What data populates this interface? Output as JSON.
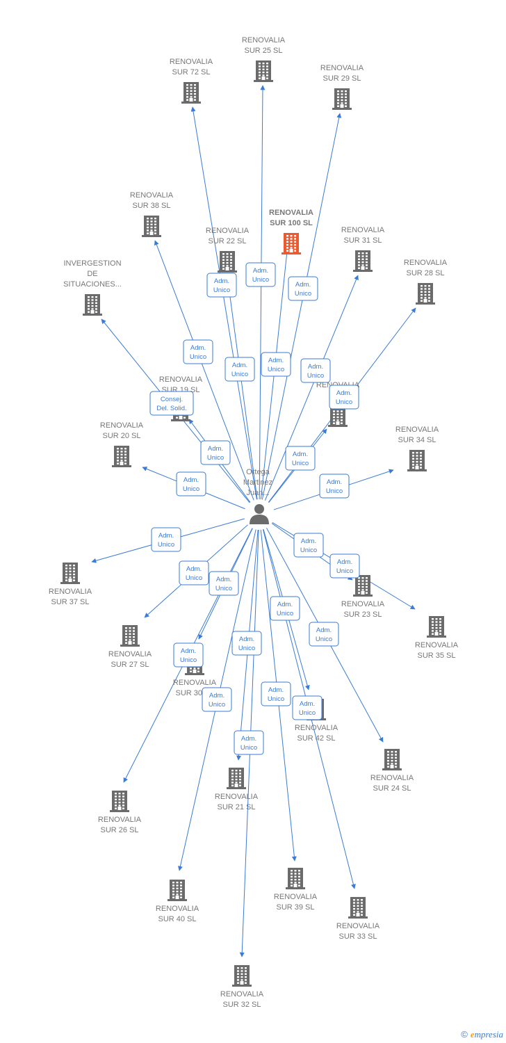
{
  "colors": {
    "edge": "#3a7bd5",
    "building": "#6b6b6b",
    "highlight": "#ec5a2f",
    "label": "#777777"
  },
  "center": {
    "lines": [
      "Ortega",
      "Martinez",
      "Juan..."
    ],
    "icon": "person-icon"
  },
  "nodes": [
    {
      "id": "s25",
      "lines": [
        "RENOVALIA",
        "SUR 25  SL"
      ]
    },
    {
      "id": "s72",
      "lines": [
        "RENOVALIA",
        "SUR 72  SL"
      ]
    },
    {
      "id": "s29",
      "lines": [
        "RENOVALIA",
        "SUR 29  SL"
      ]
    },
    {
      "id": "s38",
      "lines": [
        "RENOVALIA",
        "SUR 38  SL"
      ]
    },
    {
      "id": "s100",
      "lines": [
        "RENOVALIA",
        "SUR 100  SL"
      ],
      "highlight": true
    },
    {
      "id": "s22",
      "lines": [
        "RENOVALIA",
        "SUR 22  SL"
      ]
    },
    {
      "id": "s31",
      "lines": [
        "RENOVALIA",
        "SUR 31  SL"
      ]
    },
    {
      "id": "s28",
      "lines": [
        "RENOVALIA",
        "SUR 28  SL"
      ]
    },
    {
      "id": "inv",
      "lines": [
        "INVERGESTION",
        "DE",
        "SITUACIONES..."
      ]
    },
    {
      "id": "s19",
      "lines": [
        "RENOVALIA",
        "SUR 19  SL"
      ]
    },
    {
      "id": "sx",
      "lines": [
        "RENOVALIA",
        "SUR"
      ]
    },
    {
      "id": "s20",
      "lines": [
        "RENOVALIA",
        "SUR 20  SL"
      ]
    },
    {
      "id": "s34",
      "lines": [
        "RENOVALIA",
        "SUR 34  SL"
      ]
    },
    {
      "id": "s37",
      "lines": [
        "RENOVALIA",
        "SUR 37  SL"
      ]
    },
    {
      "id": "s23",
      "lines": [
        "RENOVALIA",
        "SUR 23  SL"
      ]
    },
    {
      "id": "s35",
      "lines": [
        "RENOVALIA",
        "SUR 35  SL"
      ]
    },
    {
      "id": "s27",
      "lines": [
        "RENOVALIA",
        "SUR 27  SL"
      ]
    },
    {
      "id": "s30",
      "lines": [
        "RENOVALIA",
        "SUR 30  SL"
      ]
    },
    {
      "id": "s42",
      "lines": [
        "RENOVALIA",
        "SUR 42  SL"
      ]
    },
    {
      "id": "s24",
      "lines": [
        "RENOVALIA",
        "SUR 24  SL"
      ]
    },
    {
      "id": "s21",
      "lines": [
        "RENOVALIA",
        "SUR 21  SL"
      ]
    },
    {
      "id": "s26",
      "lines": [
        "RENOVALIA",
        "SUR 26  SL"
      ]
    },
    {
      "id": "s40",
      "lines": [
        "RENOVALIA",
        "SUR 40  SL"
      ]
    },
    {
      "id": "s39",
      "lines": [
        "RENOVALIA",
        "SUR 39  SL"
      ]
    },
    {
      "id": "s33",
      "lines": [
        "RENOVALIA",
        "SUR 33  SL"
      ]
    },
    {
      "id": "s32",
      "lines": [
        "RENOVALIA",
        "SUR 32  SL"
      ]
    }
  ],
  "edges": [
    {
      "to": "s25",
      "role": [
        "Adm.",
        "Unico"
      ]
    },
    {
      "to": "s72",
      "role": [
        "Adm.",
        "Unico"
      ]
    },
    {
      "to": "s29",
      "role": [
        "Adm.",
        "Unico"
      ]
    },
    {
      "to": "s38",
      "role": [
        "Adm.",
        "Unico"
      ]
    },
    {
      "to": "s100",
      "role": [
        "Adm.",
        "Unico"
      ]
    },
    {
      "to": "s22",
      "role": [
        "Adm.",
        "Unico"
      ]
    },
    {
      "to": "s31",
      "role": [
        "Adm.",
        "Unico"
      ]
    },
    {
      "to": "s28",
      "role": [
        "Adm.",
        "Unico"
      ]
    },
    {
      "to": "inv",
      "role": [
        "Consej.",
        "Del. Solid."
      ]
    },
    {
      "to": "s19",
      "role": [
        "Adm.",
        "Unico"
      ]
    },
    {
      "to": "sx",
      "role": [
        "Adm.",
        "Unico"
      ]
    },
    {
      "to": "s20",
      "role": [
        "Adm.",
        "Unico"
      ]
    },
    {
      "to": "s34",
      "role": [
        "Adm.",
        "Unico"
      ]
    },
    {
      "to": "s37",
      "role": [
        "Adm.",
        "Unico"
      ]
    },
    {
      "to": "s23",
      "role": [
        "Adm.",
        "Unico"
      ]
    },
    {
      "to": "s35",
      "role": [
        "Adm.",
        "Unico"
      ]
    },
    {
      "to": "s27",
      "role": [
        "Adm.",
        "Unico"
      ]
    },
    {
      "to": "s30",
      "role": [
        "Adm.",
        "Unico"
      ]
    },
    {
      "to": "s42",
      "role": [
        "Adm.",
        "Unico"
      ]
    },
    {
      "to": "s24",
      "role": [
        "Adm.",
        "Unico"
      ]
    },
    {
      "to": "s21",
      "role": [
        "Adm.",
        "Unico"
      ]
    },
    {
      "to": "s26",
      "role": [
        "Adm.",
        "Unico"
      ]
    },
    {
      "to": "s40",
      "role": [
        "Adm.",
        "Unico"
      ]
    },
    {
      "to": "s39",
      "role": [
        "Adm.",
        "Unico"
      ]
    },
    {
      "to": "s33",
      "role": [
        "Adm.",
        "Unico"
      ]
    },
    {
      "to": "s32",
      "role": [
        "Adm.",
        "Unico"
      ]
    }
  ],
  "footer": {
    "copyright": "©",
    "brand_initial": "e",
    "brand_rest": "mpresia"
  }
}
